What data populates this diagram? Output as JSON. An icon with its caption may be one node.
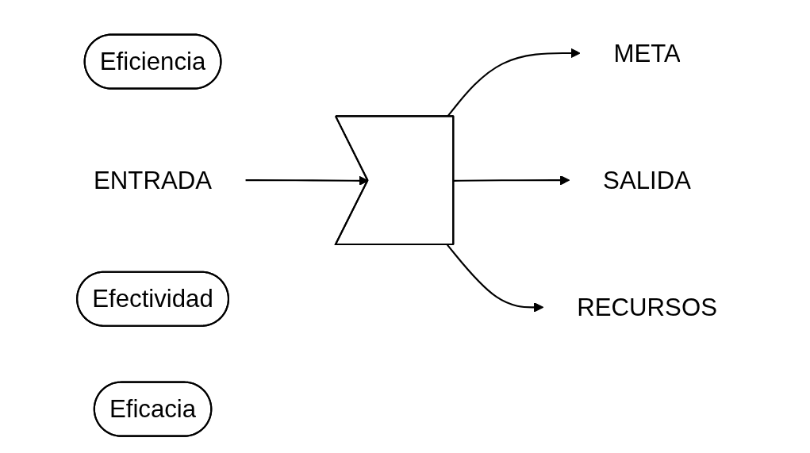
{
  "diagram": {
    "nodes": [
      {
        "text": [
          "META"
        ]
      },
      {
        "text": [
          "Eficiencia"
        ]
      },
      {
        "text": [
          "ENTRADA"
        ]
      },
      {
        "text": [],
        "shape": "chevron"
      },
      {
        "text": [
          "SALIDA"
        ]
      },
      {
        "text": [
          "Efectividad"
        ]
      },
      {
        "text": [
          "Eficacia"
        ]
      },
      {
        "text": [
          "RECURSOS"
        ]
      }
    ],
    "edges": [
      {
        "from": 2,
        "to": 3,
        "arrow": "to"
      },
      {
        "from": 3,
        "to": 0,
        "arrow": "to"
      },
      {
        "from": 3,
        "to": 4,
        "arrow": "to"
      },
      {
        "from": 3,
        "to": 7,
        "arrow": "to"
      }
    ]
  }
}
